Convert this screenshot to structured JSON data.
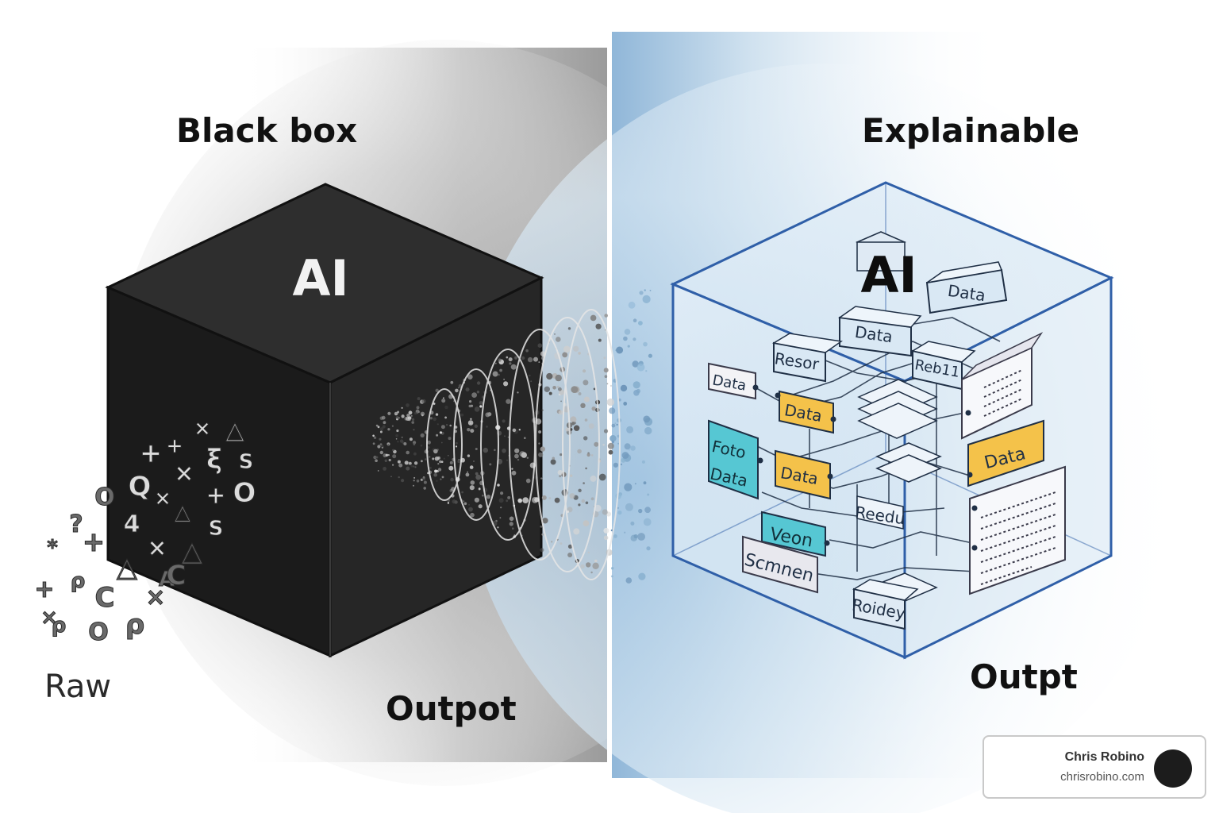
{
  "left_panel": {
    "title": "Black box",
    "cube_label": "AI",
    "input_label": "Raw",
    "output_label": "Outpot",
    "input_symbols": [
      "×",
      "△",
      "+",
      "+",
      "×",
      "ξ",
      "S",
      "O",
      "Q",
      "×",
      "+",
      "O",
      "△",
      "4",
      "△",
      "S",
      "?",
      "+",
      "*",
      "×",
      "△",
      "A",
      "+",
      "C",
      "ρ",
      "×",
      "C",
      "ρ",
      "O",
      "ρ",
      "×"
    ]
  },
  "right_panel": {
    "title": "Explainable",
    "cube_label": "AI",
    "output_label": "Outpt",
    "modules": [
      {
        "text": "Data",
        "kind": "plain"
      },
      {
        "text": "Data",
        "kind": "plain"
      },
      {
        "text": "Resor",
        "kind": "plain"
      },
      {
        "text": "Reb11",
        "kind": "plain"
      },
      {
        "text": "Data",
        "kind": "plain"
      },
      {
        "text": "Data",
        "kind": "yellow"
      },
      {
        "text": "Data",
        "kind": "yellow"
      },
      {
        "text": "Data",
        "kind": "yellow"
      },
      {
        "text": "Foto",
        "kind": "cyan"
      },
      {
        "text": "Data",
        "kind": "cyan"
      },
      {
        "text": "Veon",
        "kind": "cyan"
      },
      {
        "text": "Reedu",
        "kind": "plain"
      },
      {
        "text": "Scmnen",
        "kind": "plain"
      },
      {
        "text": "Roidey",
        "kind": "plain"
      }
    ]
  },
  "watermark": {
    "name": "Chris Robino",
    "url": "chrisrobino.com"
  },
  "colors": {
    "cube_dark": "#222222",
    "glass_edge": "#2f5fa8",
    "yellow_module": "#f4c24a",
    "cyan_module": "#56c7d3",
    "blue_tint": "#bcd6ea"
  }
}
